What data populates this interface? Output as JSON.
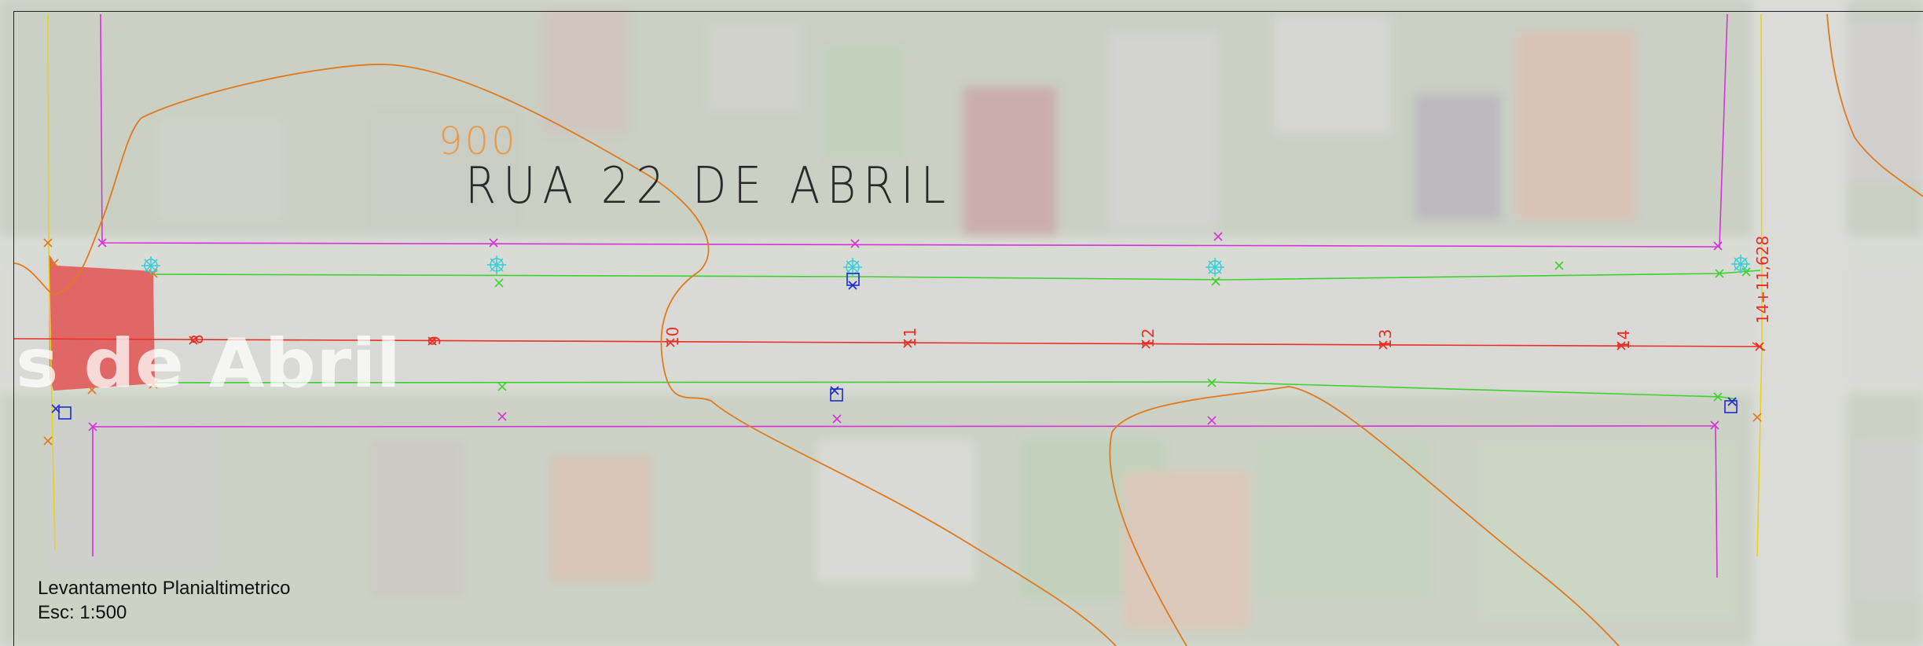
{
  "map": {
    "street_name": "RUA 22 DE ABRIL",
    "contour_label": "900",
    "basemap_street_label": "s de Abril",
    "end_station": "14+11,628",
    "stations": [
      "8",
      "9",
      "10",
      "11",
      "12",
      "13",
      "14"
    ],
    "colors": {
      "axis": "#e8302a",
      "curb": "#3fd12f",
      "lot_line": "#d633d6",
      "contour": "#e07a1e",
      "boundary": "#e8d21a",
      "tree": "#36cfd6",
      "feature": "#1c2ad0",
      "hatch": "#e34040"
    }
  },
  "legend": {
    "title": "Levantamento Planialtimetrico",
    "scale": "Esc: 1:500"
  }
}
